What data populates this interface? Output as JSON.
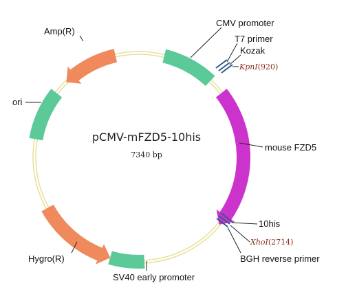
{
  "plasmid": {
    "name": "pCMV-mFZD5-10his",
    "size_label": "7340 bp"
  },
  "features": {
    "cmv_promoter": "CMV promoter",
    "t7_primer": "T7 primer",
    "kozak": "Kozak",
    "kpni": {
      "enzyme": "KpnI",
      "position": "(920)"
    },
    "mouse_fzd5": "mouse FZD5",
    "his_tag": "10his",
    "xhoi": {
      "enzyme": "XhoI",
      "position": "(2714)"
    },
    "bgh_primer": "BGH reverse primer",
    "sv40_promoter": "SV40 early promoter",
    "hygro": "Hygro(R)",
    "ori": "ori",
    "amp": "Amp(R)"
  },
  "colors": {
    "backbone": "#e8df9a",
    "promoter": "#5cc999",
    "insert": "#cc33cc",
    "resistance": "#f08a5d",
    "site_marker": "#2d5a8a",
    "enzyme_text": "#8b2a1a"
  }
}
